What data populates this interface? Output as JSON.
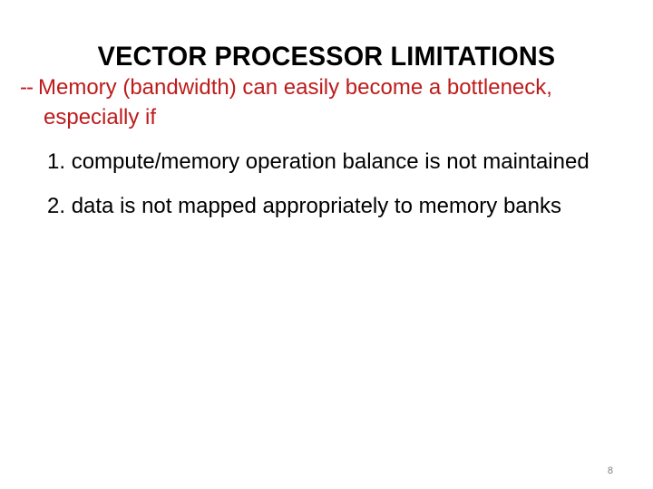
{
  "slide": {
    "title": "VECTOR PROCESSOR LIMITATIONS",
    "page_number": "8",
    "colors": {
      "background": "#FFFFFF",
      "title_text": "#000000",
      "bullet_text": "#BE1B1B",
      "numbered_text": "#000000",
      "page_number_text": "#808080"
    },
    "body": {
      "bullet": {
        "marker": "--",
        "text": "Memory (bandwidth) can easily become a bottleneck, especially if"
      },
      "items": [
        {
          "number": "1.",
          "text": "compute/memory operation balance is not maintained"
        },
        {
          "number": "2.",
          "text": "data is not mapped appropriately to memory banks"
        }
      ]
    }
  }
}
